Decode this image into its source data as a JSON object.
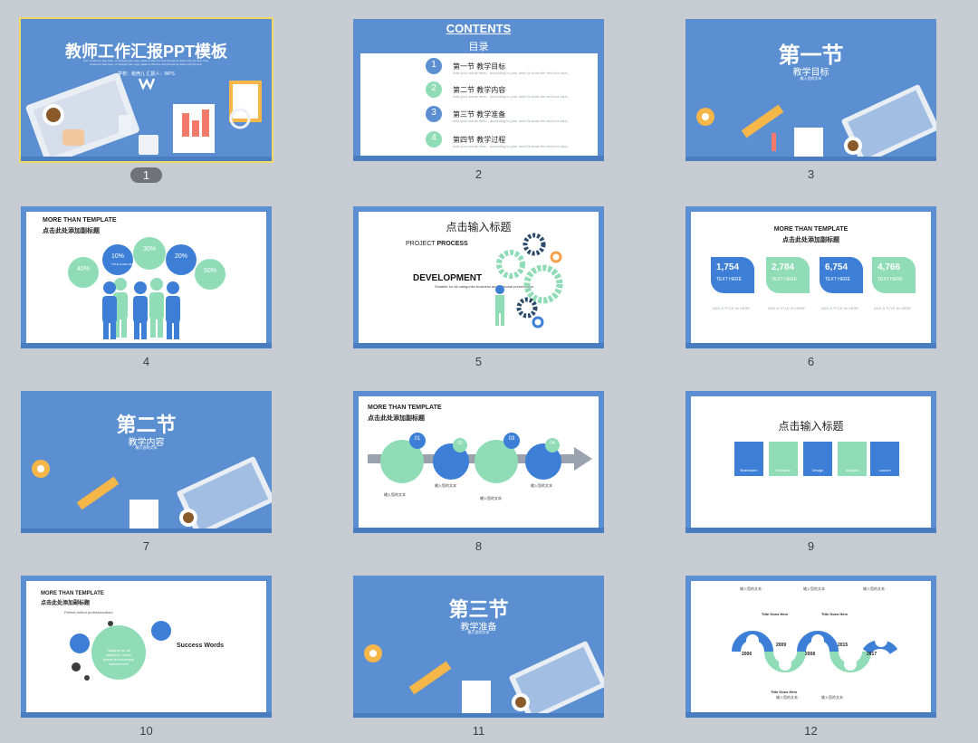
{
  "slides": [
    {
      "number": "1",
      "title": "教师工作汇报PPT模板",
      "sub_a": "Your content to play here, or through your copy, paste in this box and choose to retain only the text. Your content to play here, or through your copy, paste in this box and choose to retain only the text.",
      "meta": "学校：稻壳儿  汇报人：WPS"
    },
    {
      "number": "2",
      "heading_en": "CONTENTS",
      "heading_cn": "目录",
      "items": [
        {
          "n": "1",
          "label": "第一节 教学目标",
          "desc": "Add your words here，according to your need to draw the text box size。"
        },
        {
          "n": "2",
          "label": "第二节 教学内容",
          "desc": "Add your words here，according to your need to draw the text box size。"
        },
        {
          "n": "3",
          "label": "第三节 教学准备",
          "desc": "Add your words here，according to your need to draw the text box size。"
        },
        {
          "n": "4",
          "label": "第四节 教学过程",
          "desc": "Add your words here，according to your need to draw the text box size。"
        }
      ]
    },
    {
      "number": "3",
      "title": "第一节",
      "subtitle": "教学目标",
      "small": "输入您的文本"
    },
    {
      "number": "4",
      "head_en": "MORE THAN TEMPLATE",
      "head_cn": "点击此处添加副标题",
      "bubbles": [
        {
          "v": "40%"
        },
        {
          "v": "10%"
        },
        {
          "v": "30%"
        },
        {
          "v": "20%"
        },
        {
          "v": "50%"
        }
      ],
      "bubble_label": "TITLE GOES HERE"
    },
    {
      "number": "5",
      "title": "点击输入标题",
      "project": "PROJECT",
      "process": "PROCESS",
      "dev": "DEVELOPMENT",
      "desc": "Suitable for all categories business and personal presentation."
    },
    {
      "number": "6",
      "head_en": "MORE THAN TEMPLATE",
      "head_cn": "点击此处添加副标题",
      "cards": [
        {
          "v": "1,754",
          "l": "TEXT HERE"
        },
        {
          "v": "2,784",
          "l": "TEXT HERE"
        },
        {
          "v": "6,754",
          "l": "TEXT HERE"
        },
        {
          "v": "4,766",
          "l": "TEXT HERE"
        }
      ],
      "caption": "ADD A TITLE IN HERE"
    },
    {
      "number": "7",
      "title": "第二节",
      "subtitle": "教学内容",
      "small": "输入您的文本"
    },
    {
      "number": "8",
      "head_en": "MORE THAN TEMPLATE",
      "head_cn": "点击此处添加副标题",
      "steps": [
        "01",
        "02",
        "03",
        "04"
      ],
      "step_label": "输入您的文本"
    },
    {
      "number": "9",
      "title": "点击输入标题",
      "tiles": [
        "Brainstorm",
        "Research",
        "Design",
        "Analysis",
        "Launch"
      ]
    },
    {
      "number": "10",
      "head_en": "MORE THAN TEMPLATE",
      "head_cn": "点击此处添加副标题",
      "perfect": "Perfect reflect professionalism",
      "success": "Success Words",
      "center": "Suitable for all category, Lorem Ipsum is not simply random text"
    },
    {
      "number": "11",
      "title": "第三节",
      "subtitle": "教学准备",
      "small": "输入您的文本"
    },
    {
      "number": "12",
      "years": [
        "2006",
        "2009",
        "2008",
        "2015",
        "2017"
      ],
      "tgh": "Title Goes Here",
      "label": "输入您的文本"
    }
  ],
  "colors": {
    "blue": "#5b8fd1",
    "dark_blue": "#3d7fd6",
    "mint": "#8fdcb7",
    "gray": "#c7ccd3",
    "select": "#f1d866"
  }
}
